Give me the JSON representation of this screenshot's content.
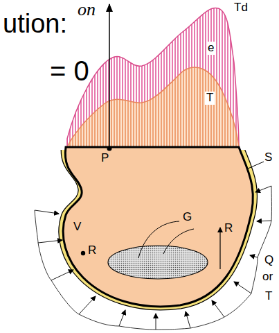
{
  "diagram": {
    "labels": [
      "on",
      "ution:",
      "= 0",
      "Td",
      "e",
      "T",
      "P",
      "V",
      "R",
      "G",
      "R",
      "S",
      "Q",
      "or",
      "T"
    ]
  }
}
